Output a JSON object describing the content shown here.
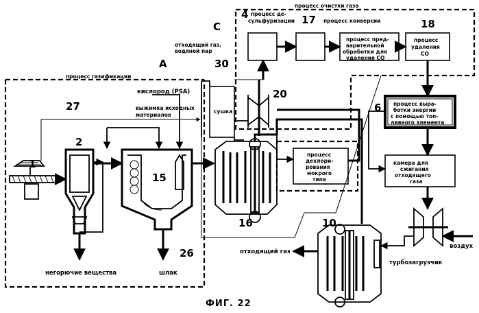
{
  "labels": {
    "gas_cleaning": "процесс очистки газа",
    "desulf_1": "процесс де-",
    "desulf_2": "сульфуризации",
    "conversion": "процесс конверсии",
    "pre_1": "процесс пред-",
    "pre_2": "варительной",
    "pre_3": "обработки для",
    "pre_4": "удаления CO",
    "co_1": "процесс",
    "co_2": "удаления",
    "co_3": "CO",
    "offgas_1": "отходящий газ,",
    "offgas_2": "водяной пар",
    "gasification": "процесс газификации",
    "oxygen": "кислород (PSA)",
    "squeeze_1": "выжимка исходных",
    "squeeze_2": "материалов",
    "drying": "сушка",
    "fuelcell_1": "процесс выра-",
    "fuelcell_2": "ботки энергии",
    "fuelcell_3": "с помощью топ-",
    "fuelcell_4": "ливного элемента",
    "dechlor_1": "процесс",
    "dechlor_2": "дехлори-",
    "dechlor_3": "рования",
    "dechlor_4": "мокрого",
    "dechlor_5": "типа",
    "combust_1": "камера для",
    "combust_2": "сжигания",
    "combust_3": "отходящего",
    "combust_4": "газа",
    "exhaust": "отходящий газ",
    "air": "воздух",
    "incombustible": "негорючие вещества",
    "slag": "шлак",
    "turbo": "турбозагрузчик",
    "figure": "ФИГ. 22"
  },
  "refs": {
    "C": "C",
    "A": "A",
    "n4": "4",
    "n17": "17",
    "n18": "18",
    "n30": "30",
    "n20": "20",
    "n27": "27",
    "n6": "6",
    "n2": "2",
    "n1": "1",
    "n15": "15",
    "n16": "16",
    "n10": "10",
    "n26": "26"
  }
}
